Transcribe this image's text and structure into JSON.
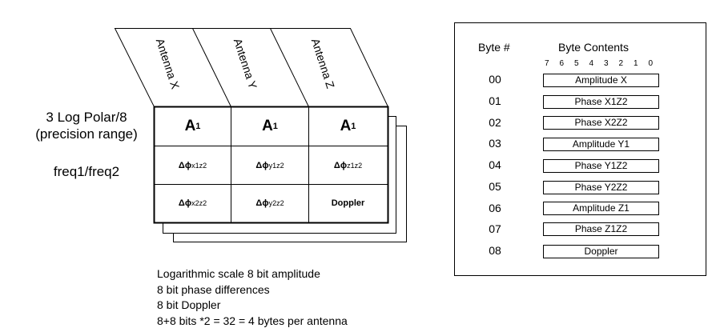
{
  "left_labels": {
    "line1": "3 Log Polar/8",
    "line2": "(precision range)",
    "line3": "freq1/freq2"
  },
  "antennas": [
    "Antenna X",
    "Antenna Y",
    "Antenna Z"
  ],
  "grid": {
    "row1": [
      "A",
      "A",
      "A"
    ],
    "row1_sub": "1",
    "phase_symbol": "Δϕ",
    "row2_subs": [
      "x1z2",
      "y1z2",
      "z1z2"
    ],
    "row3_subs": [
      "x2z2",
      "y2z2"
    ],
    "row3_last": "Doppler"
  },
  "notes": [
    "Logarithmic scale 8 bit amplitude",
    "8 bit phase differences",
    "8 bit Doppler",
    "8+8 bits *2 = 32 = 4 bytes per antenna"
  ],
  "byte_table": {
    "col_byte": "Byte #",
    "col_contents": "Byte Contents",
    "bits": [
      "7",
      "6",
      "5",
      "4",
      "3",
      "2",
      "1",
      "0"
    ],
    "rows": [
      {
        "byte": "00",
        "contents": "Amplitude X"
      },
      {
        "byte": "01",
        "contents": "Phase X1Z2"
      },
      {
        "byte": "02",
        "contents": "Phase X2Z2"
      },
      {
        "byte": "03",
        "contents": "Amplitude Y1"
      },
      {
        "byte": "04",
        "contents": "Phase Y1Z2"
      },
      {
        "byte": "05",
        "contents": "Phase Y2Z2"
      },
      {
        "byte": "06",
        "contents": "Amplitude Z1"
      },
      {
        "byte": "07",
        "contents": "Phase Z1Z2"
      },
      {
        "byte": "08",
        "contents": "Doppler"
      }
    ]
  }
}
